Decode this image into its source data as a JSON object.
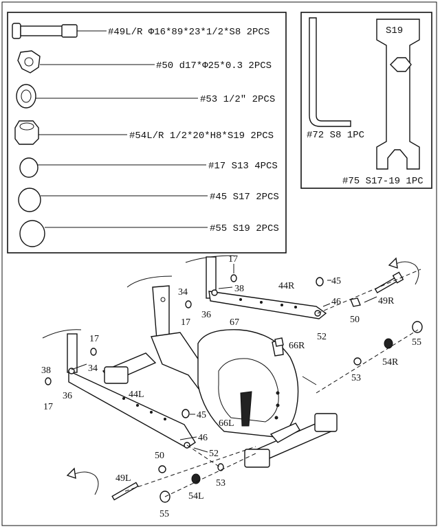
{
  "hardware_list": [
    {
      "label": "#49L/R  Φ16*89*23*1/2*S8  2PCS",
      "icon": "axle-bolt-icon"
    },
    {
      "label": "#50  d17*Φ25*0.3  2PCS",
      "icon": "curved-washer-icon"
    },
    {
      "label": "#53  1/2″  2PCS",
      "icon": "split-washer-icon"
    },
    {
      "label": "#54L/R  1/2*20*H8*S19  2PCS",
      "icon": "nut-icon"
    },
    {
      "label": "#17  S13  4PCS",
      "icon": "small-cap-icon"
    },
    {
      "label": "#45  S17  2PCS",
      "icon": "medium-cap-icon"
    },
    {
      "label": "#55  S19  2PCS",
      "icon": "large-cap-icon"
    }
  ],
  "tools": {
    "allen_key": {
      "label": "#72  S8  1PC"
    },
    "wrench": {
      "top": "S19",
      "label": "#75  S17-19  1PC"
    }
  },
  "callouts": {
    "c17_top": "17",
    "c34_top": "34",
    "c38_top": "38",
    "c17_mid": "17",
    "c36_top": "36",
    "c44R": "44R",
    "c45_right": "45",
    "c46_right": "46",
    "c49R": "49R",
    "c50_right": "50",
    "c52_right": "52",
    "c67": "67",
    "c66R": "66R",
    "c55_right": "55",
    "c54R": "54R",
    "c53_right": "53",
    "c38_left": "38",
    "c17_left_top": "17",
    "c34_left": "34",
    "c17_left_bot": "17",
    "c36_left": "36",
    "c44L": "44L",
    "c45_left": "45",
    "c66L": "66L",
    "c46_left": "46",
    "c52_left": "52",
    "c50_left": "50",
    "c53_left": "53",
    "c49L": "49L",
    "c54L": "54L",
    "c55_left": "55"
  }
}
